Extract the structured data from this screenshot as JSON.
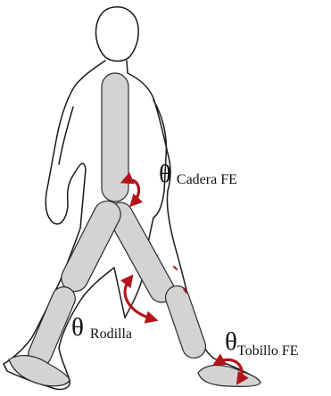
{
  "labels": {
    "hip": {
      "symbol": "θ",
      "text": "Cadera FE"
    },
    "knee": {
      "symbol": "θ",
      "text": "Rodilla"
    },
    "ankle": {
      "symbol": "θ",
      "text": "Tobillo FE"
    }
  },
  "colors": {
    "outline": "#1a1a1a",
    "segment_fill": "#d3d3d3",
    "segment_stroke": "#2a2a2a",
    "arrow": "#b3141c",
    "text": "#111111"
  }
}
